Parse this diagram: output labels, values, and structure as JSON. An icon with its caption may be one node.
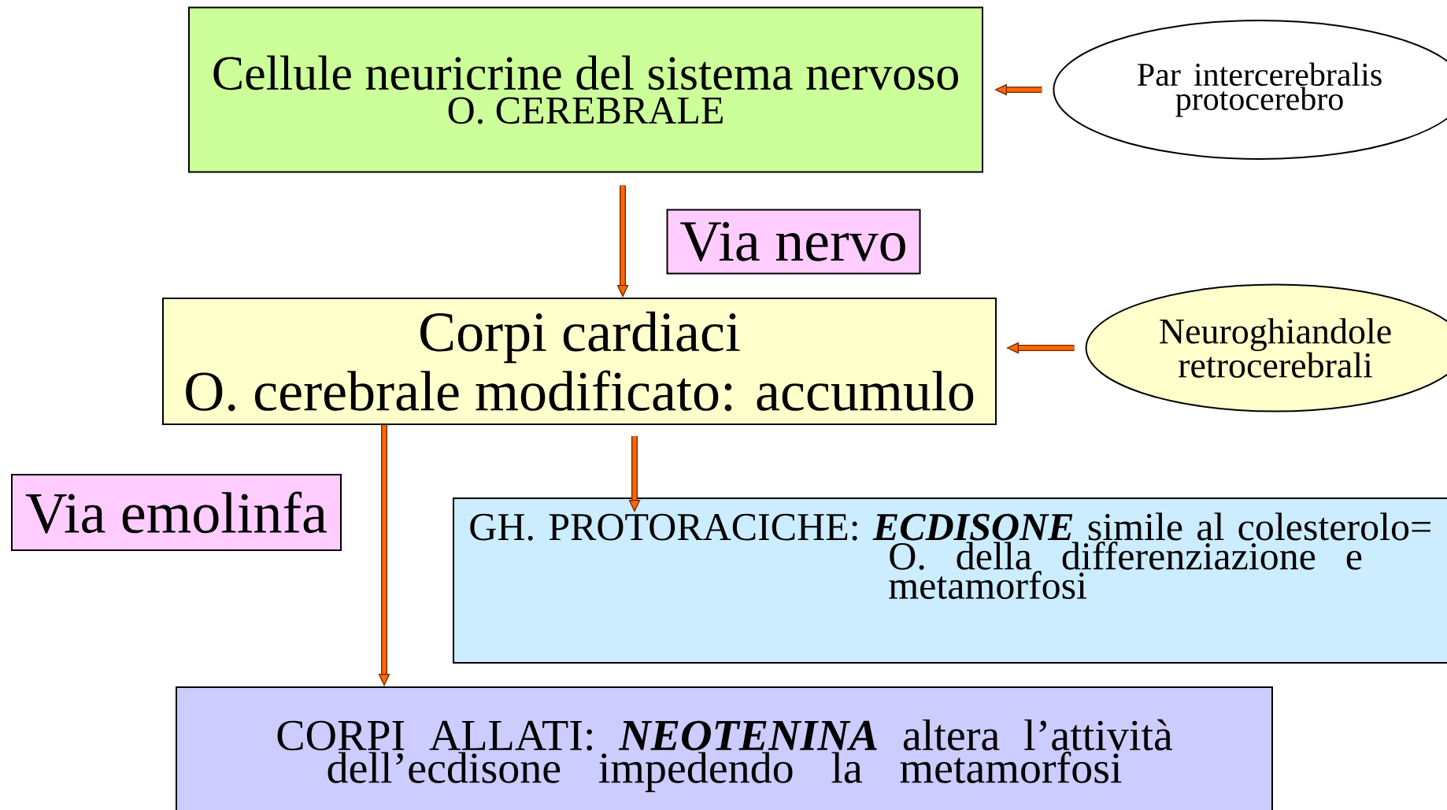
{
  "diagram": {
    "nodes": [
      {
        "text": [
          "Cellule neuricrine del sistema nervoso",
          "O. CEREBRALE"
        ]
      },
      {
        "text": [
          "Par intercerebralis protocerebro"
        ]
      },
      {
        "text": [
          "Via nervo"
        ]
      },
      {
        "text": [
          "Corpi cardiaci",
          "O. cerebrale modificato: accumulo"
        ]
      },
      {
        "text": [
          "Neuroghiandole retrocerebrali"
        ]
      },
      {
        "text": [
          "Via emolinfa"
        ]
      },
      {
        "text": [
          "GH. PROTORACICHE: **ECDISONE** simile al colesterolo= O. della differenziazione e metamorfosi"
        ]
      },
      {
        "text": [
          "CORPI ALLATI: **NEOTENINA** altera l’attività dell’ecdisone impedendo la metamorfosi"
        ]
      }
    ],
    "edges": [
      {
        "from": 1,
        "to": 0,
        "arrow": "to"
      },
      {
        "from": 0,
        "to": 3,
        "arrow": "to"
      },
      {
        "from": 4,
        "to": 3,
        "arrow": "to"
      },
      {
        "from": 3,
        "to": 6,
        "arrow": "to"
      },
      {
        "from": 3,
        "to": 7,
        "arrow": "to"
      }
    ]
  }
}
